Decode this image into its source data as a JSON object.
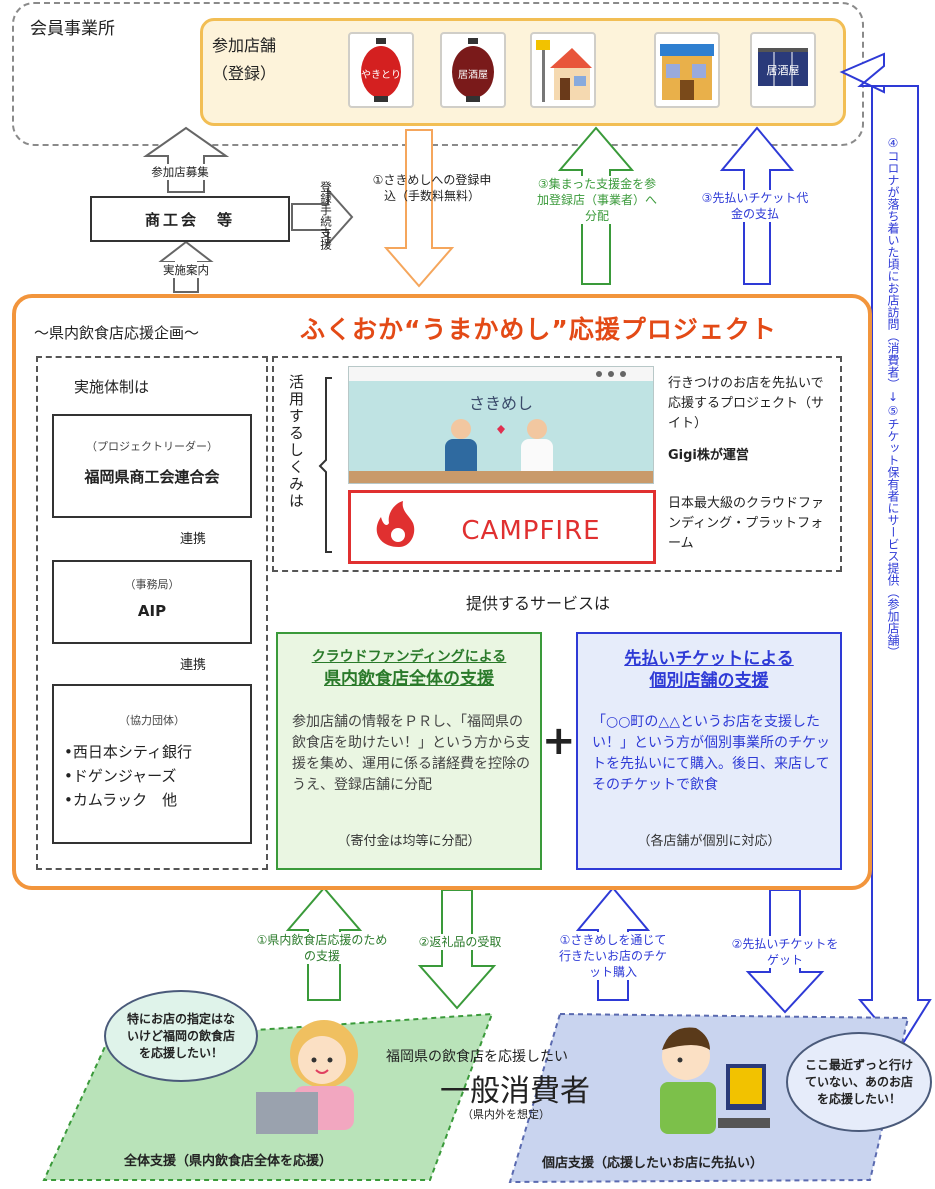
{
  "members": {
    "title": "会員事業所",
    "shops_label_line1": "参加店舗",
    "shops_label_line2": "（登録）"
  },
  "shop_icons": [
    "lantern-red-icon",
    "lantern-dark-icon",
    "ramen-shop-icon",
    "storefront-icon",
    "izakaya-noren-icon"
  ],
  "shop_icon_texts": {
    "lantern_red": "やきとり",
    "lantern_dark": "居酒屋",
    "noren": "居酒屋"
  },
  "chamber": {
    "label": "商工会　等",
    "recruit": "参加店募集",
    "guide": "実施案内",
    "register_support": "登録手続支援"
  },
  "top_arrows": {
    "orange": "①さきめしへの登録申込（手数料無料）",
    "green": "③集まった支援金を参加登録店（事業者）へ分配",
    "blue": "③先払いチケット代金の支払",
    "far_right": "④コロナが落ち着いた頃にお店訪問（消費者）↓⑤チケット保有者にサービス提供（参加店舗）"
  },
  "project": {
    "subtitle": "〜県内飲食店応援企画〜",
    "title": "ふくおか“うまかめし”応援プロジェクト"
  },
  "org": {
    "heading": "実施体制は",
    "leader_role": "（プロジェクトリーダー）",
    "leader_name": "福岡県商工会連合会",
    "link1": "連携",
    "office_role": "（事務局）",
    "office_name": "AIP",
    "link2": "連携",
    "partner_role": "（協力団体）",
    "partners": [
      "•西日本シティ銀行",
      "•ドゲンジャーズ",
      "•カムラック　他"
    ]
  },
  "mechanism": {
    "side_label": "活用するしくみは",
    "sakimeshi_logo": "さきめし",
    "sakimeshi_desc": "行きつけのお店を先払いで応援するプロジェクト（サイト）",
    "sakimeshi_operator": "Gigi株が運営",
    "campfire_logo": "CAMPFIRE",
    "campfire_desc": "日本最大級のクラウドファンディング・プラットフォーム"
  },
  "services": {
    "label": "提供するサービスは",
    "plus": "+",
    "left": {
      "title_line1": "クラウドファンディングによる",
      "title_line2": "県内飲食店全体の支援",
      "body": "参加店舗の情報をＰＲし、「福岡県の飲食店を助けたい！」という方から支援を集め、運用に係る諸経費を控除のうえ、登録店舗に分配",
      "note": "（寄付金は均等に分配）"
    },
    "right": {
      "title_line1": "先払いチケットによる",
      "title_line2": "個別店舗の支援",
      "body": "「○○町の△△というお店を支援したい！」という方が個別事業所のチケットを先払いにて購入。後日、来店してそのチケットで飲食",
      "note": "（各店舗が個別に対応）"
    }
  },
  "bottom_arrows": {
    "a1": "①県内飲食店応援のための支援",
    "a2": "②返礼品の受取",
    "a3": "①さきめしを通じて行きたいお店のチケット購入",
    "a4": "②先払いチケットをゲット"
  },
  "consumers": {
    "line1": "福岡県の飲食店を応援したい",
    "big": "一般消費者",
    "sub": "（県内外を想定）",
    "left_bubble": "特にお店の指定はないけど福岡の飲食店を応援したい！",
    "right_bubble": "ここ最近ずっと行けていない、あのお店を応援したい！",
    "left_label": "全体支援（県内飲食店全体を応援）",
    "right_label": "個店支援（応援したいお店に先払い）"
  },
  "colors": {
    "orange": "#f2953c",
    "title_red": "#e34a16",
    "green": "#3a9a3a",
    "blue": "#2e3ad6",
    "shop_bg": "#fdf3da"
  }
}
